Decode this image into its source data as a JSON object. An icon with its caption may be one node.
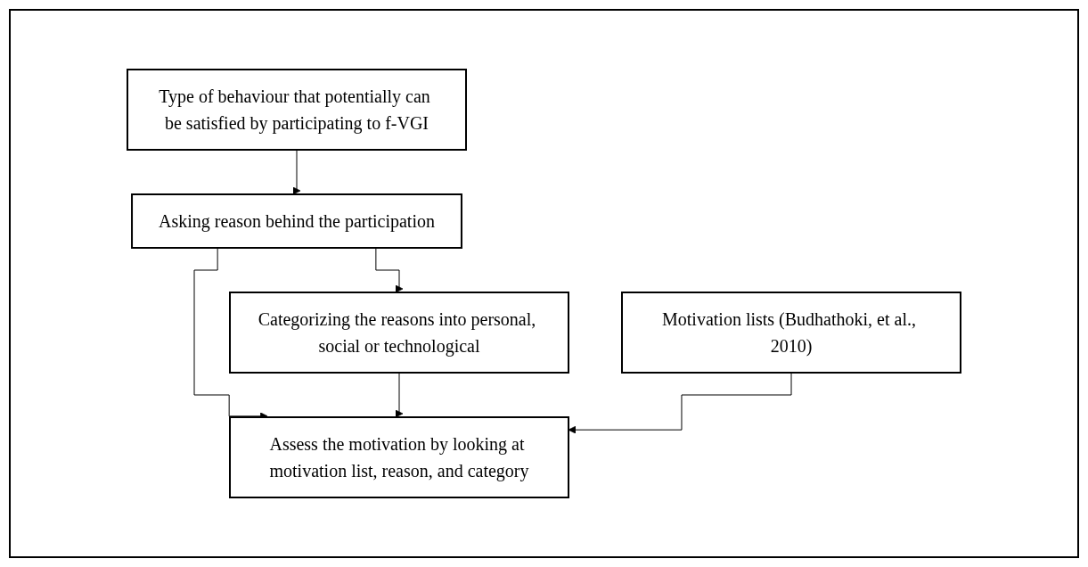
{
  "diagram": {
    "nodes": [
      {
        "text": [
          "Type of behaviour that potentially can be satisfied by participating to f-VGI"
        ]
      },
      {
        "text": [
          "Motivation lists (Budhathoki, et al., 2010)"
        ]
      },
      {
        "text": [
          "Asking reason behind the participation"
        ]
      },
      {
        "text": [
          "Categorizing the reasons into personal, social or technological"
        ]
      },
      {
        "text": [
          "Assess the motivation by looking at motivation list, reason, and category"
        ]
      }
    ],
    "edges": [
      {
        "from": 0,
        "to": 2,
        "arrow": "to"
      },
      {
        "from": 2,
        "to": 3,
        "arrow": "to"
      },
      {
        "from": 2,
        "to": 4,
        "arrow": "to"
      },
      {
        "from": 3,
        "to": 4,
        "arrow": "to"
      },
      {
        "from": 1,
        "to": 4,
        "arrow": "to"
      }
    ]
  }
}
